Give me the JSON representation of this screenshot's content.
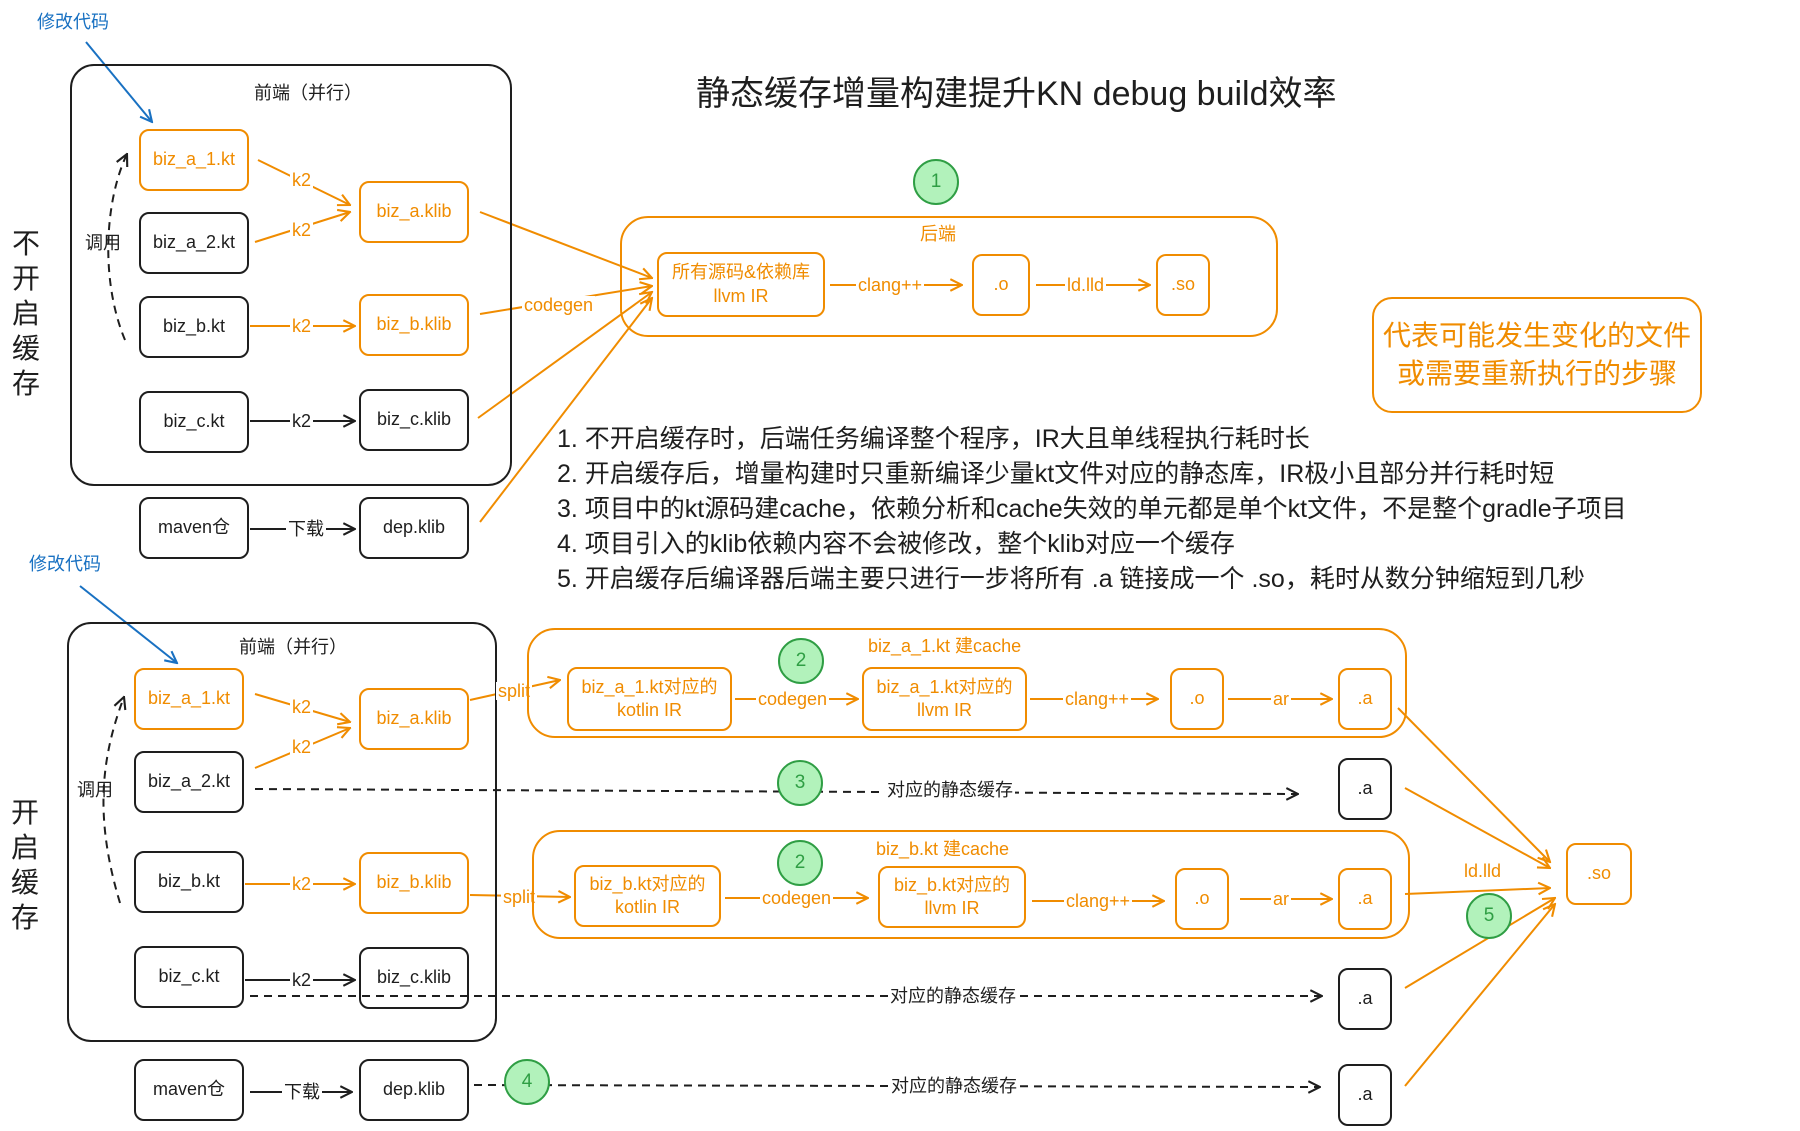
{
  "title": "静态缓存增量构建提升KN debug build效率",
  "legend": {
    "line1": "代表可能发生变化的文件",
    "line2": "或需要重新执行的步骤"
  },
  "notes": [
    "1. 不开启缓存时，后端任务编译整个程序，IR大且单线程执行耗时长",
    "2. 开启缓存后，增量构建时只重新编译少量kt文件对应的静态库，IR极小且部分并行耗时短",
    "3. 项目中的kt源码建cache，依赖分析和cache失效的单元都是单个kt文件，不是整个gradle子项目",
    "4. 项目引入的klib依赖内容不会被修改，整个klib对应一个缓存",
    "5. 开启缓存后编译器后端主要只进行一步将所有 .a 链接成一个 .so，耗时从数分钟缩短到几秒"
  ],
  "colors": {
    "orange": "#f08c00",
    "black": "#1e1e1e",
    "blue": "#1971c2",
    "green_stroke": "#2f9e44",
    "green_fill": "#b2f2bb"
  },
  "top": {
    "side_label": "不开启缓存",
    "modify_label": "修改代码",
    "frontend_label": "前端（并行）",
    "call_label": "调用",
    "files": {
      "a1": "biz_a_1.kt",
      "a2": "biz_a_2.kt",
      "b": "biz_b.kt",
      "c": "biz_c.kt",
      "maven": "maven仓"
    },
    "klibs": {
      "a": "biz_a.klib",
      "b": "biz_b.klib",
      "c": "biz_c.klib",
      "dep": "dep.klib"
    },
    "k2": "k2",
    "download": "下载",
    "codegen": "codegen",
    "backend": {
      "label": "后端",
      "step_badge": "1",
      "ir_line1": "所有源码&依赖库",
      "ir_line2": "llvm IR",
      "clang": "clang++",
      "obj": ".o",
      "lld": "ld.lld",
      "so": ".so"
    }
  },
  "bottom": {
    "side_label": "开启缓存",
    "modify_label": "修改代码",
    "frontend_label": "前端（并行）",
    "call_label": "调用",
    "files": {
      "a1": "biz_a_1.kt",
      "a2": "biz_a_2.kt",
      "b": "biz_b.kt",
      "c": "biz_c.kt",
      "maven": "maven仓"
    },
    "klibs": {
      "a": "biz_a.klib",
      "b": "biz_b.klib",
      "c": "biz_c.klib",
      "dep": "dep.klib"
    },
    "k2": "k2",
    "download": "下载",
    "split": "split",
    "codegen": "codegen",
    "clang": "clang++",
    "ar": "ar",
    "obj": ".o",
    "a": ".a",
    "so": ".so",
    "lld": "ld.lld",
    "cache_a1": {
      "label": "biz_a_1.kt 建cache",
      "badge": "2",
      "kir_line1": "biz_a_1.kt对应的",
      "kir_line2": "kotlin IR",
      "llvm_line1": "biz_a_1.kt对应的",
      "llvm_line2": "llvm IR"
    },
    "cache_b": {
      "label": "biz_b.kt 建cache",
      "badge": "2",
      "kir_line1": "biz_b.kt对应的",
      "kir_line2": "kotlin IR",
      "llvm_line1": "biz_b.kt对应的",
      "llvm_line2": "llvm IR"
    },
    "static_cache": "对应的静态缓存",
    "badge3": "3",
    "badge4": "4",
    "badge5": "5"
  }
}
